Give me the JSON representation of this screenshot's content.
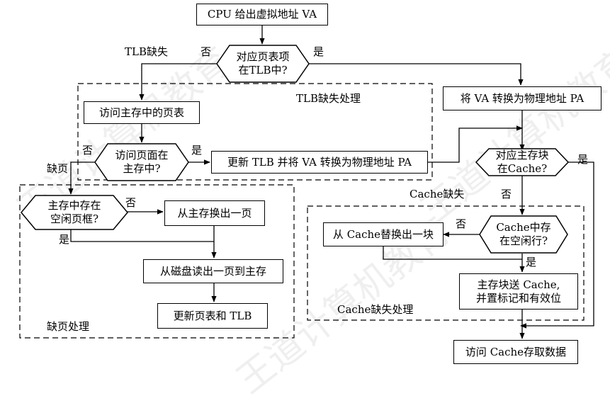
{
  "watermark": "王道计算机教育",
  "nodes": {
    "start": "CPU 给出虚拟地址 VA",
    "tlb_check": [
      "对应页表项",
      "在TLB中?"
    ],
    "translate_pa": "将 VA 转换为物理地址 PA",
    "access_pt": "访问主存中的页表",
    "page_in_mem": [
      "访问页面在",
      "主存中?"
    ],
    "update_tlb": "更新 TLB 并将 VA 转换为物理地址 PA",
    "cache_check": [
      "对应主存块",
      "在Cache?"
    ],
    "free_frame": [
      "主存中存在",
      "空闲页框?"
    ],
    "swap_out_page": "从主存换出一页",
    "read_disk": "从磁盘读出一页到主存",
    "update_pt": "更新页表和 TLB",
    "cache_free_line": [
      "Cache中存",
      "在空闲行?"
    ],
    "cache_evict": "从 Cache替换出一块",
    "send_block": [
      "主存块送 Cache,",
      "并置标记和有效位"
    ],
    "access_cache": "访问 Cache存取数据"
  },
  "labels": {
    "tlb_miss": "TLB缺失",
    "no_1": "否",
    "yes_1": "是",
    "tlb_region": "TLB缺失处理",
    "no_2": "否",
    "yes_2": "是",
    "page_fault": "缺页",
    "yes_3": "是",
    "cache_miss": "Cache缺失",
    "no_3": "否",
    "no_4": "否",
    "yes_4": "是",
    "no_5": "否",
    "yes_5": "是",
    "page_fault_region": "缺页处理",
    "cache_region": "Cache缺失处理"
  }
}
